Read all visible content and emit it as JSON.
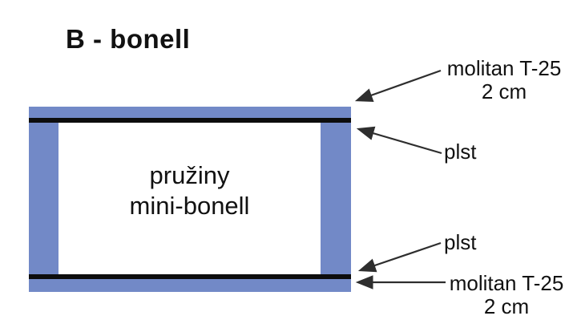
{
  "title": "B - bonell",
  "springs": {
    "line1": "pružiny",
    "line2": "mini-bonell"
  },
  "callouts": {
    "top_foam": {
      "name": "molitan T-25",
      "size": "2 cm"
    },
    "top_felt": {
      "name": "plst"
    },
    "bottom_felt": {
      "name": "plst"
    },
    "bottom_foam": {
      "name": "molitan T-25",
      "size": "2 cm"
    }
  },
  "layers": {
    "top_foam": "molitan T-25 foam, 2 cm",
    "top_felt": "plst (felt)",
    "core": "pružiny mini-bonell (mini-bonell springs)",
    "bottom_felt": "plst (felt)",
    "bottom_foam": "molitan T-25 foam, 2 cm"
  },
  "colors": {
    "foam_blue": "#7289c7",
    "felt_black": "#0d0d0d",
    "arrow": "#2e2e2e",
    "text": "#111111",
    "background": "#ffffff"
  }
}
